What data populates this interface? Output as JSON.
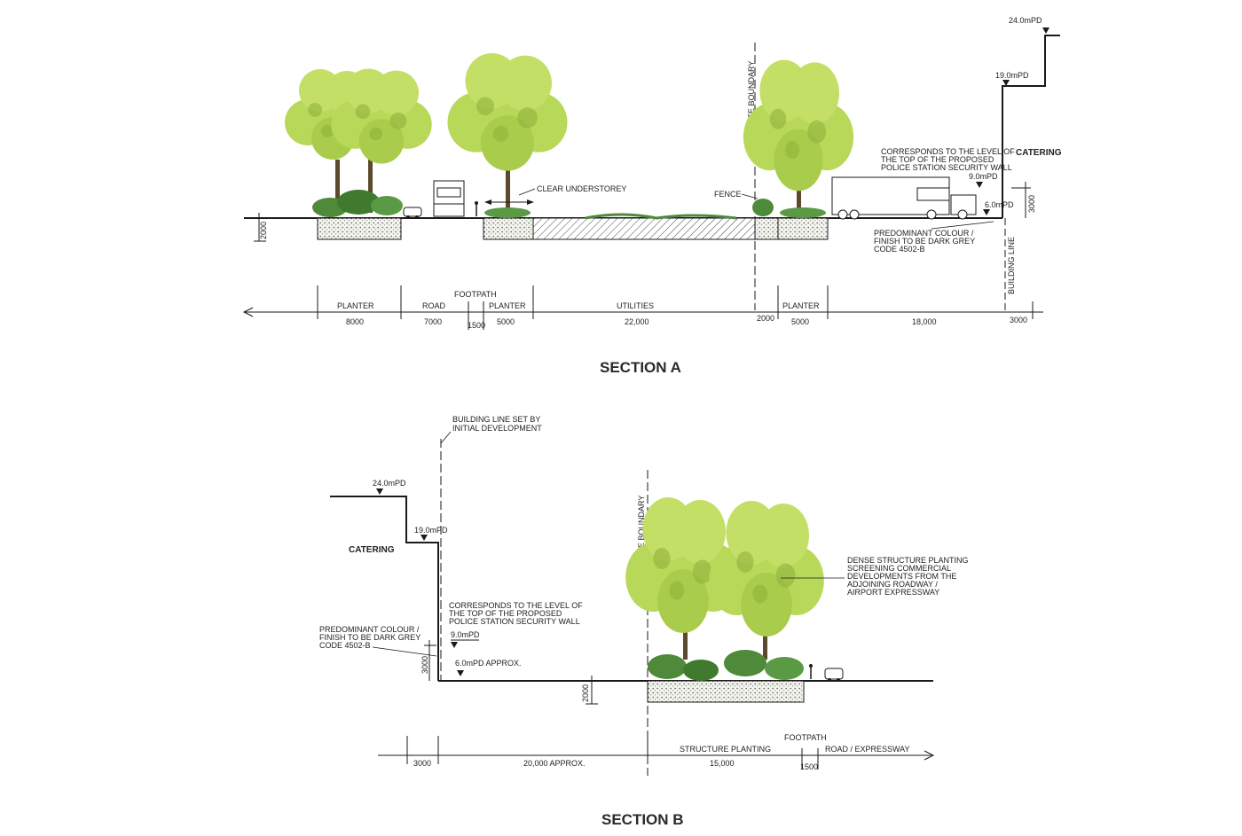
{
  "section_a": {
    "title": "SECTION A",
    "site_boundary": "SITE BOUNDARY",
    "building_line": "BUILDING LINE",
    "clear_understorey": "CLEAR UNDERSTOREY",
    "fence": "FENCE",
    "catering": "CATERING",
    "level_24": "24.0mPD",
    "level_19": "19.0mPD",
    "level_9": "9.0mPD",
    "level_6": "6.0mPD",
    "height_3000": "3000",
    "depth_2000": "2000",
    "wall_note": [
      "CORRESPONDS TO THE LEVEL OF",
      "THE TOP OF THE PROPOSED",
      "POLICE STATION SECURITY WALL"
    ],
    "colour_note": [
      "PREDOMINANT COLOUR /",
      "FINISH TO BE DARK GREY",
      "CODE 4502-B"
    ],
    "footpath": "FOOTPATH",
    "dims": [
      {
        "label": "PLANTER",
        "value": "8000"
      },
      {
        "label": "ROAD",
        "value": "7000"
      },
      {
        "label": "",
        "value": "1500"
      },
      {
        "label": "PLANTER",
        "value": "5000"
      },
      {
        "label": "UTILITIES",
        "value": "22,000"
      },
      {
        "label": "",
        "value": "2000"
      },
      {
        "label": "PLANTER",
        "value": "5000"
      },
      {
        "label": "",
        "value": "18,000"
      },
      {
        "label": "",
        "value": "3000"
      }
    ]
  },
  "section_b": {
    "title": "SECTION B",
    "building_line_note": [
      "BUILDING LINE SET BY",
      "INITIAL DEVELOPMENT"
    ],
    "site_boundary": "SITE BOUNDARY",
    "catering": "CATERING",
    "level_24": "24.0mPD",
    "level_19": "19.0mPD",
    "level_9": "9.0mPD",
    "level_6": "6.0mPD APPROX.",
    "height_3000": "3000",
    "depth_2000": "2000",
    "wall_note": [
      "CORRESPONDS TO THE LEVEL OF",
      "THE TOP OF THE PROPOSED",
      "POLICE STATION SECURITY WALL"
    ],
    "colour_note": [
      "PREDOMINANT COLOUR /",
      "FINISH TO BE DARK GREY",
      "CODE 4502-B"
    ],
    "planting_note": [
      "DENSE STRUCTURE PLANTING",
      "SCREENING COMMERCIAL",
      "DEVELOPMENTS FROM THE",
      "ADJOINING ROADWAY /",
      "AIRPORT EXPRESSWAY"
    ],
    "footpath": "FOOTPATH",
    "dims": [
      {
        "label": "",
        "value": "3000"
      },
      {
        "label": "",
        "value": "20,000 APPROX."
      },
      {
        "label": "STRUCTURE PLANTING",
        "value": "15,000"
      },
      {
        "label": "",
        "value": "1500"
      },
      {
        "label": "ROAD / EXPRESSWAY",
        "value": ""
      }
    ]
  },
  "colors": {
    "tree": "#b8d85a",
    "tree_shade": "#8fb33a",
    "shrub": "#4e8a3a",
    "line": "#1a1a1a"
  }
}
